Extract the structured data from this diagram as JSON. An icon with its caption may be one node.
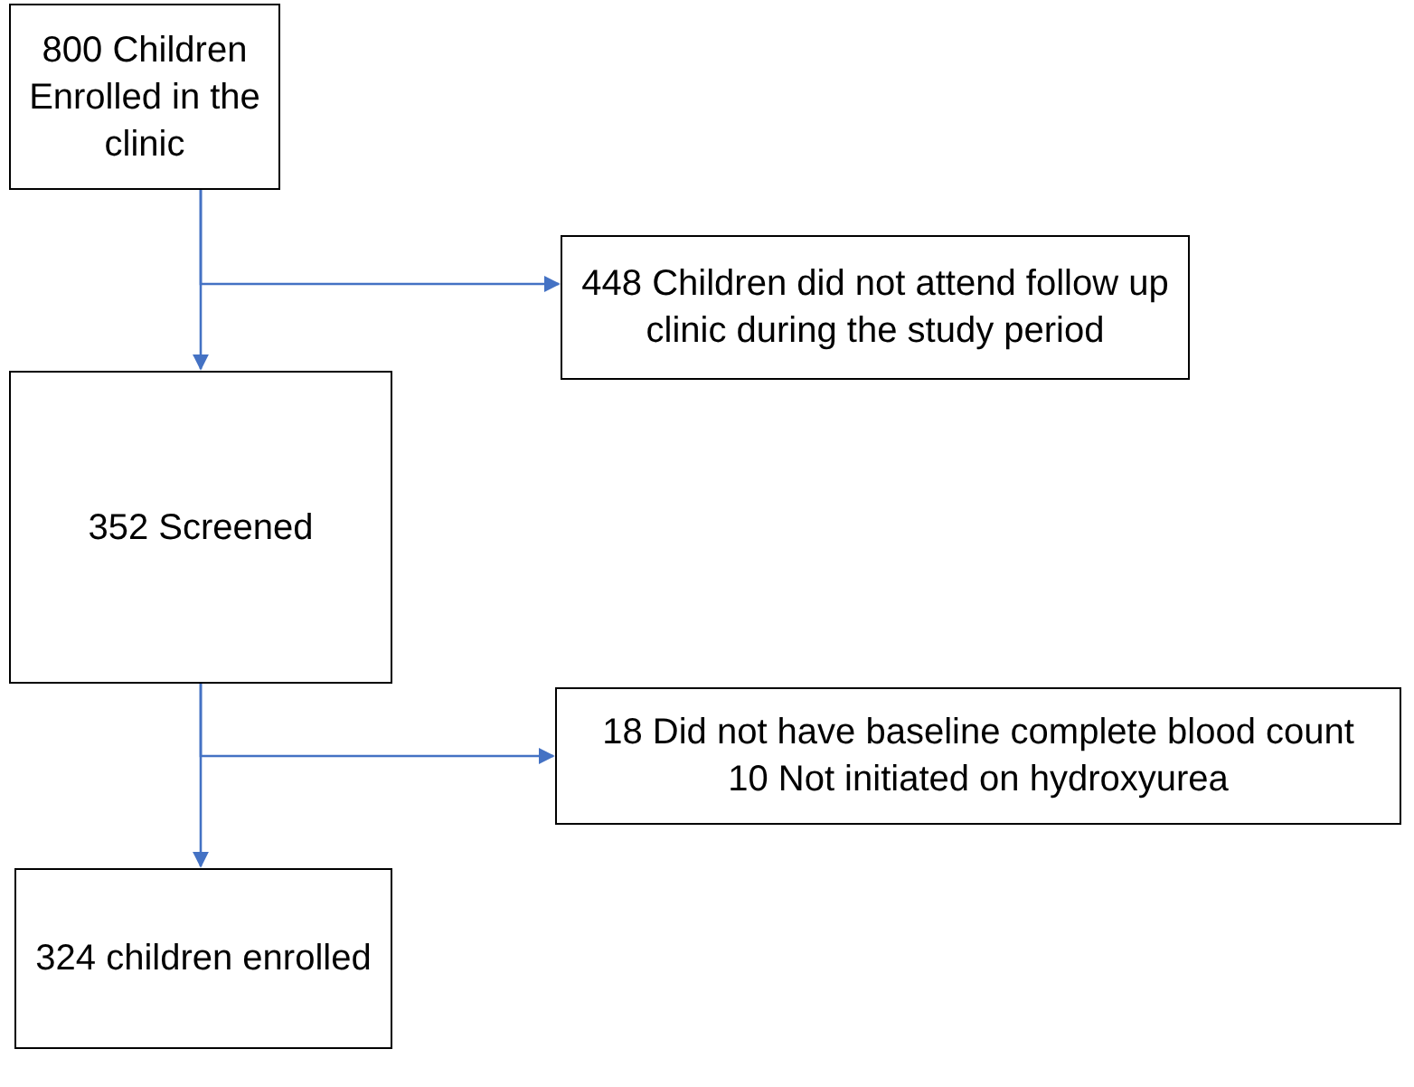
{
  "diagram": {
    "nodes": [
      {
        "text": [
          "800 Children Enrolled in the clinic"
        ]
      },
      {
        "text": [
          "448 Children did not attend follow up clinic during the study period"
        ]
      },
      {
        "text": [
          "352 Screened"
        ]
      },
      {
        "text": [
          "18 Did not have baseline complete blood count",
          "10 Not initiated on hydroxyurea"
        ]
      },
      {
        "text": [
          "324 children enrolled"
        ]
      }
    ],
    "edges": [
      {
        "from": 0,
        "to": 1,
        "arrow": "to"
      },
      {
        "from": 0,
        "to": 2,
        "arrow": "to"
      },
      {
        "from": 2,
        "to": 3,
        "arrow": "to"
      },
      {
        "from": 2,
        "to": 4,
        "arrow": "to"
      }
    ]
  }
}
